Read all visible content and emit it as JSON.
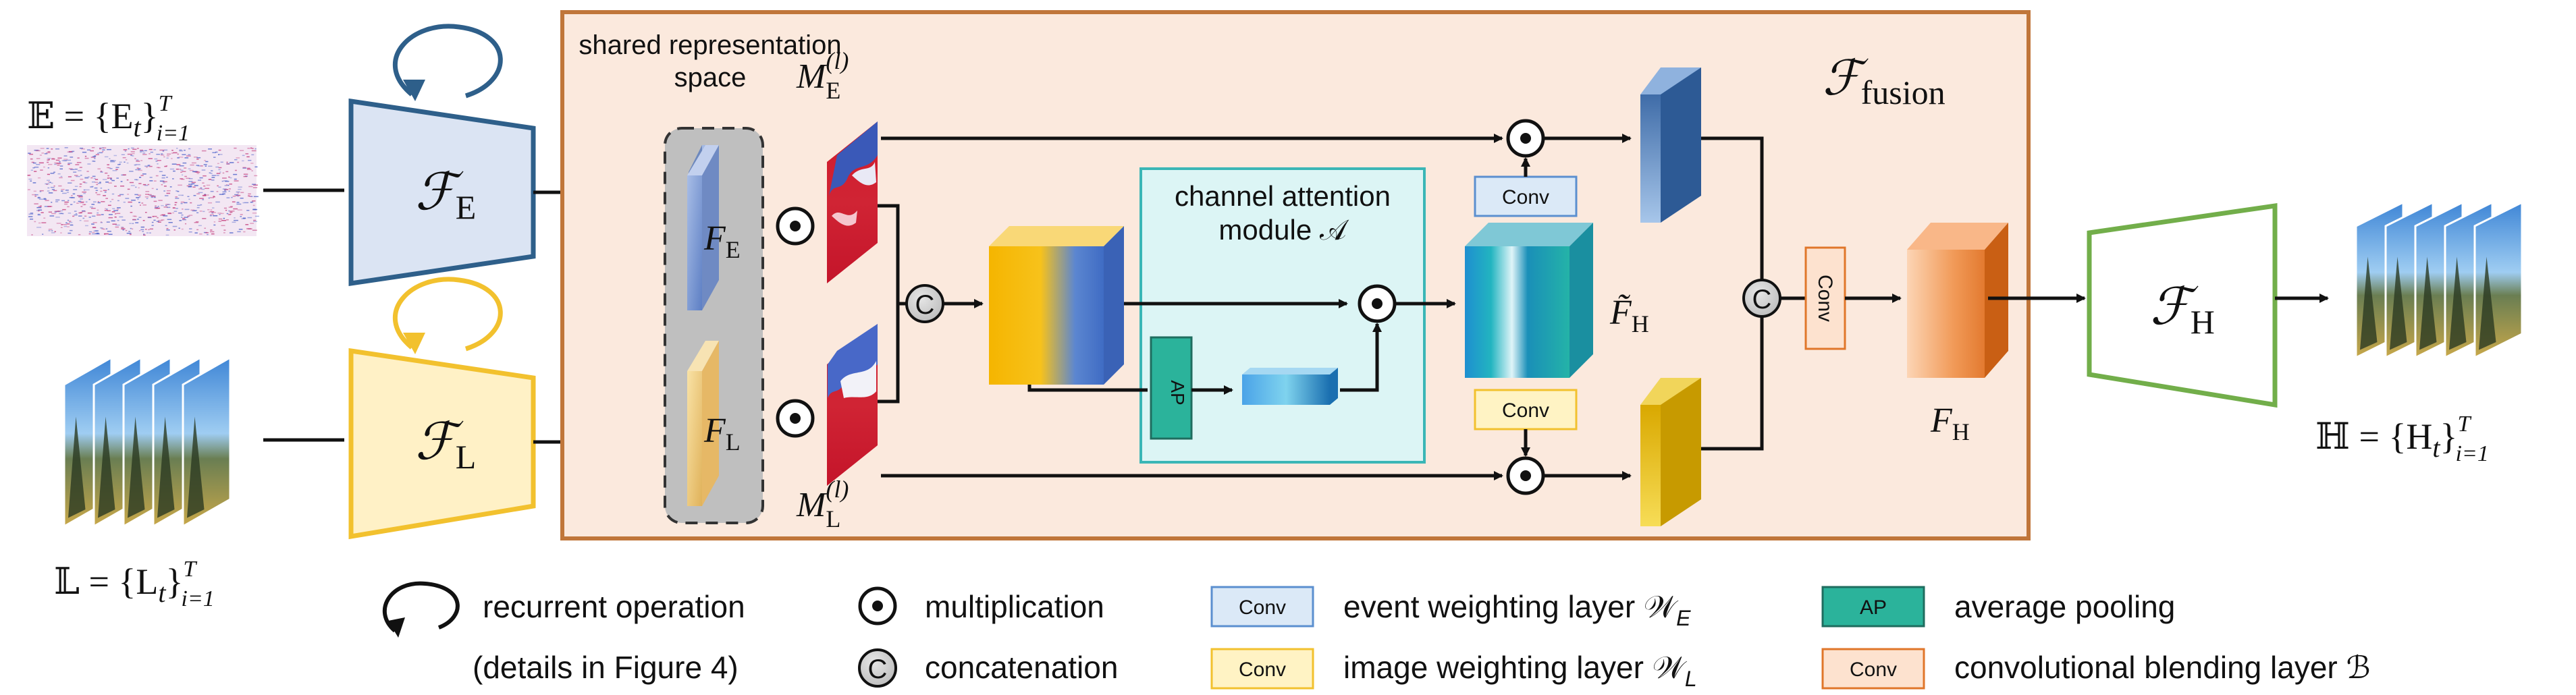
{
  "inputs": {
    "event_set": "𝔼 = {E",
    "event_sub": "t",
    "event_range": "}",
    "event_sup": "T",
    "event_low": "i=1",
    "image_set": "𝕃 = {L",
    "image_sub": "t",
    "image_sup": "T",
    "image_low": "i=1"
  },
  "output": {
    "set": "ℍ = {H",
    "sub": "t",
    "sup": "T",
    "low": "i=1"
  },
  "encoders": {
    "event": {
      "symbol": "ℱ",
      "sub": "E"
    },
    "image": {
      "symbol": "ℱ",
      "sub": "L"
    },
    "decoder": {
      "symbol": "ℱ",
      "sub": "H"
    }
  },
  "fusion": {
    "title_symbol": "ℱ",
    "title_sub": "fusion",
    "shared_space_line1": "shared representation",
    "shared_space_line2": "space",
    "feature_event": {
      "symbol": "F",
      "sub": "E"
    },
    "feature_image": {
      "symbol": "F",
      "sub": "L"
    },
    "mask_event": {
      "symbol": "M",
      "sub": "E",
      "sup": "(l)"
    },
    "mask_image": {
      "symbol": "M",
      "sub": "L",
      "sup": "(l)"
    },
    "attention_line1": "channel attention",
    "attention_line2": "module 𝒜",
    "ap_label": "AP",
    "conv_event": "Conv",
    "conv_image": "Conv",
    "conv_blend": "Conv",
    "tilde_h": {
      "symbol": "F̃",
      "sub": "H"
    },
    "final_h": {
      "symbol": "F",
      "sub": "H"
    },
    "concat_symbol": "C",
    "mult_symbol": "•"
  },
  "legend": {
    "recurrent_line1": "recurrent operation",
    "recurrent_line2": "(details in Figure 4)",
    "multiplication": "multiplication",
    "concat_symbol": "C",
    "concatenation": "concatenation",
    "conv_label": "Conv",
    "ap_label": "AP",
    "event_weighting": "event weighting layer 𝒲",
    "event_weighting_sub": "E",
    "image_weighting": "image weighting layer 𝒲",
    "image_weighting_sub": "L",
    "average_pooling": "average pooling",
    "blending": "convolutional blending layer ℬ"
  },
  "colors": {
    "event_blue": "#2e5f8a",
    "event_fill": "#dde6f4",
    "image_yellow": "#f2c12e",
    "image_fill": "#fff1c6",
    "fusion_border": "#c0763a",
    "fusion_fill": "#fbe9dd",
    "attention_border": "#3ab6b6",
    "attention_fill": "#dcf5f5",
    "decoder_green": "#72ae4a",
    "ap_teal": "#2bb39b",
    "blend_orange": "#ee9a5a"
  }
}
